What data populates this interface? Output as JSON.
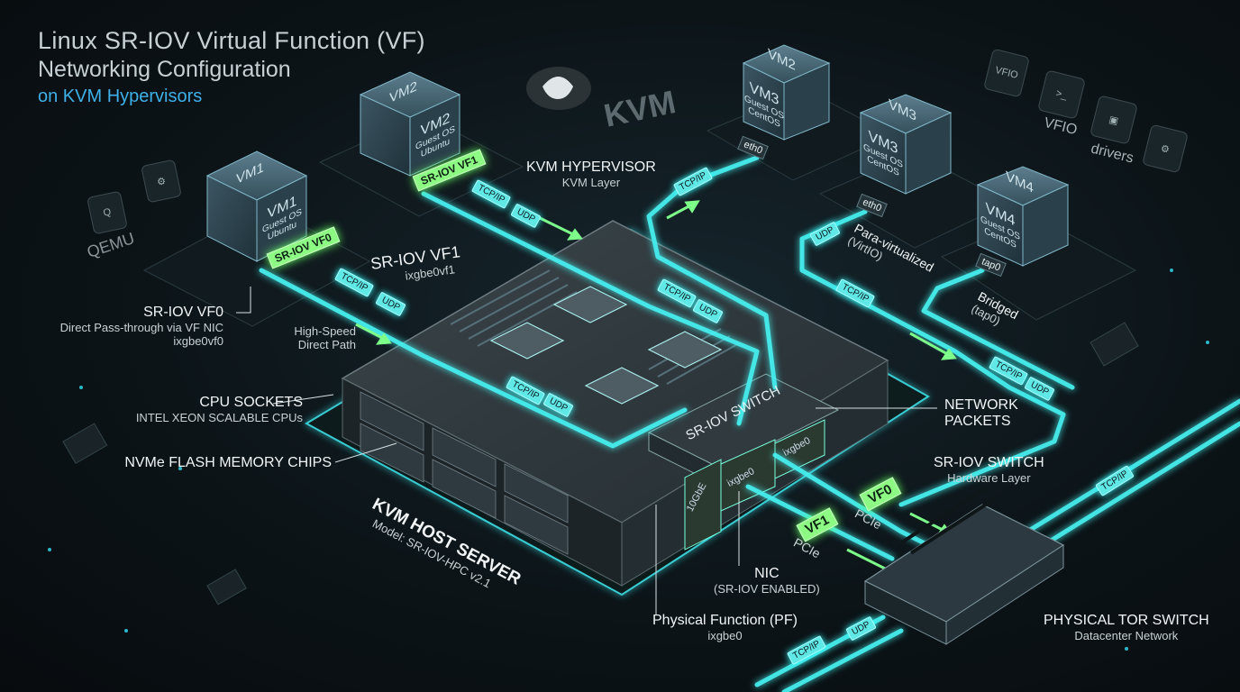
{
  "title": {
    "line1": "Linux SR-IOV Virtual Function (VF)",
    "line2": "Networking Configuration",
    "line3": "on KVM Hypervisors"
  },
  "logos": {
    "kvm": "KVM",
    "qemu": "QEMU"
  },
  "tool_icons": [
    {
      "icon": "vfio-box-icon",
      "label": "VFIO"
    },
    {
      "icon": "terminal-icon",
      "label": "VFIO"
    },
    {
      "icon": "chip-icon",
      "label": "drivers"
    },
    {
      "icon": "gear-icon",
      "label": ""
    }
  ],
  "vms": [
    {
      "id": "vm1",
      "top": "VM1",
      "name": "VM1",
      "os": [
        "Guest OS",
        "Ubuntu"
      ],
      "iface": "SR-IOV VF0",
      "iface_style": "vf"
    },
    {
      "id": "vm2a",
      "top": "VM2",
      "name": "VM2",
      "os": [
        "Guest OS",
        "Ubuntu"
      ],
      "iface": "SR-IOV VF1",
      "iface_style": "vf"
    },
    {
      "id": "vm2b",
      "top": "VM2",
      "name": "VM3",
      "os": [
        "Guest OS",
        "CentOS"
      ],
      "iface": "eth0",
      "iface_style": "plain"
    },
    {
      "id": "vm3",
      "top": "VM3",
      "name": "VM3",
      "os": [
        "Guest OS",
        "CentOS"
      ],
      "iface": "eth0",
      "iface_style": "plain"
    },
    {
      "id": "vm4",
      "top": "VM4",
      "name": "VM4",
      "os": [
        "Guest OS",
        "CentOS"
      ],
      "iface": "tap0",
      "iface_style": "plain"
    }
  ],
  "labels": {
    "sriov_vf1": {
      "title": "SR-IOV VF1",
      "sub": "ixgbe0vf1"
    },
    "sriov_vf0": {
      "title": "SR-IOV VF0",
      "sub1": "Direct Pass-through via VF NIC",
      "sub2": "ixgbe0vf0"
    },
    "high_speed": {
      "line1": "High-Speed",
      "line2": "Direct Path"
    },
    "kvm_hypervisor": {
      "title": "KVM HYPERVISOR",
      "sub": "KVM Layer"
    },
    "paravirt": {
      "line1": "Para-virtualized",
      "line2": "(VirtIO)"
    },
    "bridged": {
      "line1": "Bridged",
      "line2": "(tap0)"
    },
    "cpu": {
      "title": "CPU SOCKETS",
      "sub": "INTEL XEON SCALABLE CPUs"
    },
    "nvme": {
      "title": "NVMe FLASH MEMORY CHIPS"
    },
    "network_packets": {
      "line1": "NETWORK",
      "line2": "PACKETS"
    },
    "sriov_switch_hw": {
      "title": "SR-IOV SWITCH",
      "sub": "Hardware Layer"
    },
    "sriov_switch_box": "SR-IOV SWITCH",
    "host_server": {
      "title": "KVM HOST SERVER",
      "sub": "Model: SR-IOV-HPC v2.1"
    },
    "nic": {
      "title": "NIC",
      "sub": "(SR-IOV ENABLED)"
    },
    "pf": {
      "title": "Physical Function (PF)",
      "sub": "ixgbe0"
    },
    "tor": {
      "title": "PHYSICAL TOR SWITCH",
      "sub": "Datacenter Network"
    },
    "nic_port1": "10GbE",
    "nic_port2": "ixgbe0",
    "nic_port3": "ixgbe0"
  },
  "vf_badges": [
    {
      "label": "VF0",
      "sub": "PCIe"
    },
    {
      "label": "VF1",
      "sub": "PCIe"
    }
  ],
  "protocol_chips": [
    "TCP/IP",
    "UDP"
  ],
  "colors": {
    "background": "#0c1418",
    "glow_cyan": "#46f0f0",
    "accent_green": "#8dfa84",
    "title_blue": "#3fb0e8"
  }
}
